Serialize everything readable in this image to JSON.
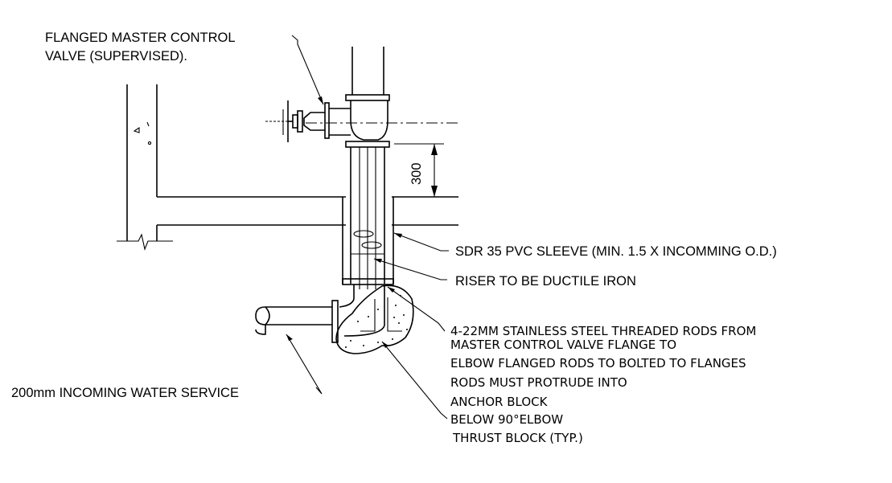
{
  "labels": {
    "valve_line1": "FLANGED MASTER CONTROL",
    "valve_line2": "VALVE (SUPERVISED).",
    "dimension": "300",
    "sleeve": "SDR 35 PVC SLEEVE (MIN. 1.5 X INCOMMING O.D.)",
    "riser": "RISER TO BE DUCTILE IRON",
    "rods_line1": "4-22MM STAINLESS STEEL THREADED RODS FROM",
    "rods_line2": "MASTER CONTROL VALVE FLANGE TO",
    "rods_line3": "ELBOW FLANGED RODS TO BOLTED TO FLANGES",
    "rods_line4": "RODS MUST PROTRUDE INTO",
    "rods_line5": "ANCHOR BLOCK",
    "rods_line6": "BELOW 90°ELBOW",
    "thrust": "THRUST BLOCK (TYP.)",
    "service": "200mm INCOMING WATER SERVICE"
  }
}
